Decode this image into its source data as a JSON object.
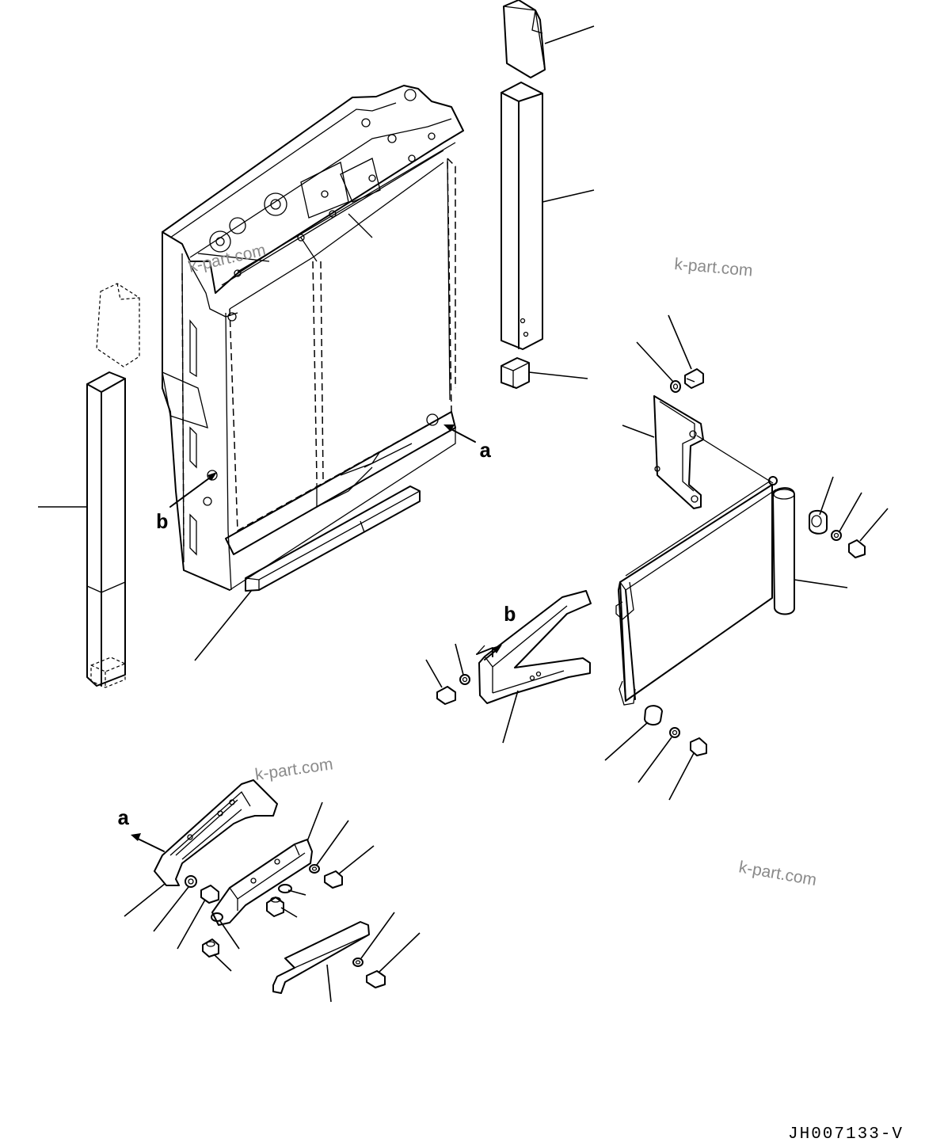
{
  "drawing_code": "JH007133-V",
  "watermarks": [
    "k-part.com",
    "k-part.com",
    "k-part.com",
    "k-part.com"
  ],
  "reference_labels": {
    "a_upper": "a",
    "b_upper": "b",
    "b_bracket": "b",
    "a_lower": "a"
  }
}
